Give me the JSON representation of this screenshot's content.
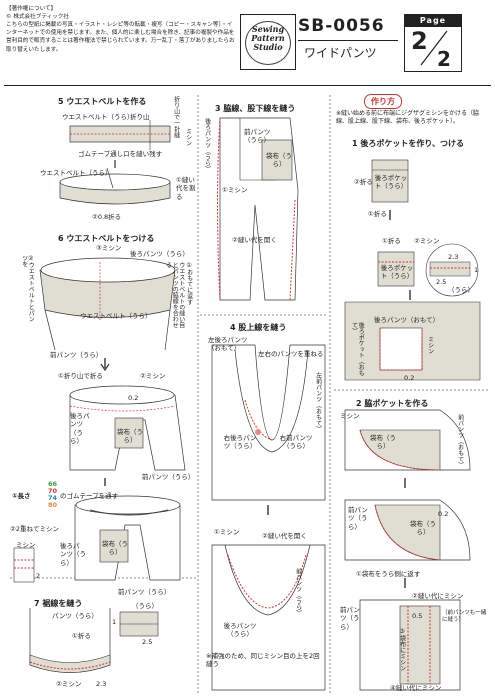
{
  "copyright": {
    "title": "【著作権について】",
    "company": "© 株式会社ブティック社",
    "body": "こちらの型紙に掲載の写真・イラスト・レシピ等の転載・複写（コピー・スキャン等）・インターネットでの使用を禁じます。また、個人的に楽しむ場合を除き、記事の複製や作品を営利目的で販売することは著作権法で禁じられています。万一乱丁・落丁がありましたらお取り替えいたします。"
  },
  "logo": {
    "line1": "Sewing",
    "line2": "Pattern",
    "line3": "Studio"
  },
  "header": {
    "code": "SB-0056",
    "name": "ワイドパンツ",
    "page_label": "Page",
    "page_num": "2",
    "page_total": "2"
  },
  "sec5": {
    "title": "5 ウエストベルトを作る",
    "label_belt": "ウエストベルト（うら）",
    "fold": "折り山",
    "fold2": "折り山で一針縫",
    "misin": "ミシン",
    "gom": "ゴムテープ通し口を縫い残す",
    "belt_ura": "ウエストベルト（うら）",
    "iron": "①縫い代を割る",
    "fold_iron": "②0.8折る"
  },
  "sec6": {
    "title": "6 ウエストベルトをつける",
    "misin": "③ミシン",
    "back_ura": "後ろパンツ（うら）",
    "belt_note": "②ウエストベルトとパンツを",
    "belt_note2": "ウエストベルトの縫い目とパンツの脇線を合わせる",
    "omote": "①おもてに返す",
    "belt_ura": "ウエストベルト（うら）",
    "front_ura": "前パンツ（うら）",
    "fold_up": "①折り山で折る",
    "misin2": "②ミシン",
    "v02": "0.2",
    "back_ura2": "後ろパンツ（うら）",
    "pocket": "袋布（うら）",
    "front_ura2": "前パンツ（うら）"
  },
  "gomu": {
    "label": "①長さ",
    "n66": "66",
    "n70": "70",
    "n74": "74",
    "n80": "80",
    "rest": "のゴムテープを通す",
    "overlap": "②2重ねてミシン",
    "misin": "ミシン",
    "n2": "2",
    "back_ura": "後ろパンツ（うら）",
    "pocket": "袋布（うら）",
    "front_ura": "前パンツ（うら）"
  },
  "sec7": {
    "title": "7 裾線を縫う",
    "pants": "パンツ（うら）",
    "fold": "①折る",
    "misin": "②ミシン",
    "n23": "2.3",
    "inset_ura": "（うら）",
    "n1": "1",
    "n25": "2.5"
  },
  "sec3": {
    "title": "3 脇線、股下線を縫う",
    "back_ura": "後ろパンツ（うら）",
    "front_ura": "前パンツ（うら）",
    "pocket": "袋布（うら）",
    "misin": "①ミシン",
    "iron": "②縫い代を開く"
  },
  "sec4": {
    "title": "4 股上線を縫う",
    "left_back": "左後ろパンツ（おもて）",
    "overlap": "左右のパンツを重ねる",
    "left_front": "左前パンツ（おもて）",
    "right_back": "右後ろパンツ（うら）",
    "right_front": "右前パンツ（うら）",
    "misin": "①ミシン",
    "iron": "②縫い代を開く",
    "back_ura": "後ろパンツ（うら）",
    "front_ura": "前パンツ（うら）",
    "note": "※補強のため、同じミシン目の上を2回縫う"
  },
  "howto": {
    "title": "作り方",
    "note": "※縫い始める前に布端にジグザグミシンをかける（脇線、股上線、股下線、袋布、後ろポケット）。"
  },
  "sec1": {
    "title": "1 後ろポケットを作り、つける",
    "fold": "②折る",
    "pocket_ura": "後ろポケット（うら）",
    "fold3": "①折る",
    "fold_a": "①折る",
    "misin": "②ミシン",
    "pocket_ura2": "後ろポケット（うら）",
    "n23": "2.3",
    "n25": "2.5",
    "n1": "1",
    "ura": "（うら）",
    "back_omote": "後ろパンツ（おもて）",
    "pocket_omote": "後ろポケット（おもて）",
    "misin2": "ミシン",
    "v02": "0.2"
  },
  "sec2": {
    "title": "2 脇ポケットを作る",
    "misin": "ミシン",
    "front_omote": "前パンツ（おもて）",
    "pocket": "袋布（うら）",
    "front_ura": "前パンツ（うら）",
    "pocket2": "袋布（うら）",
    "v02": "0.2",
    "turn": "①袋布をうら側に返す",
    "misin2": "②縫い代にミシン",
    "front_ura2": "前パンツ（うら）",
    "n05": "0.5",
    "v3": "③袋布にミシン",
    "note": "（前パンツも一緒に縫う）",
    "misin3": "④縫い代にミシン"
  }
}
